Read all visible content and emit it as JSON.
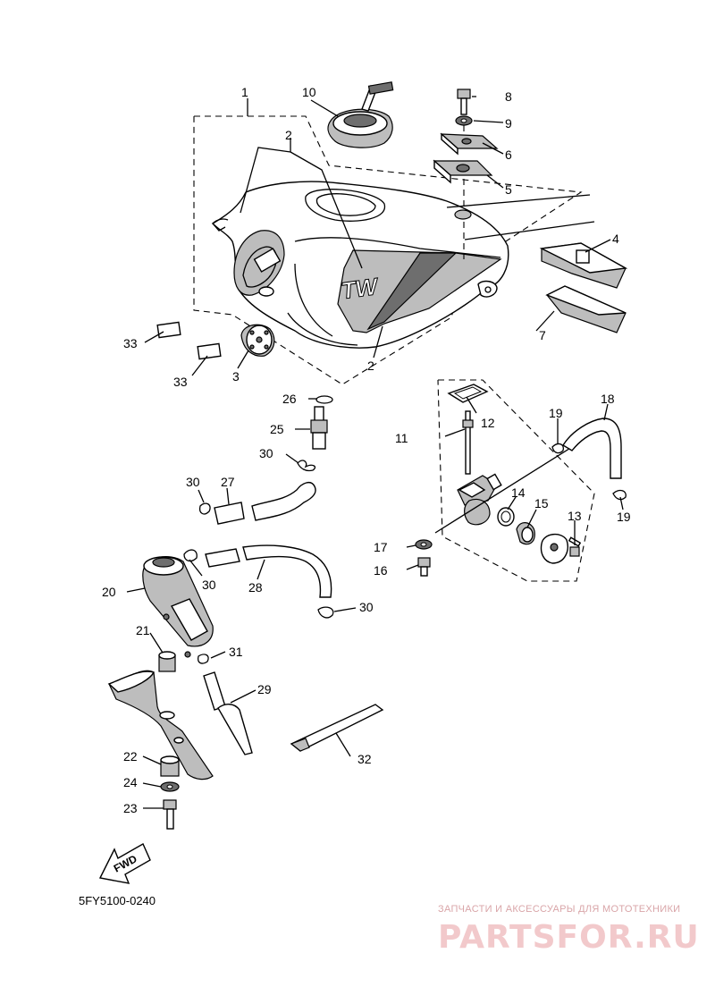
{
  "diagram_code": "5FY5100-0240",
  "fwd_label": "FWD",
  "watermark": {
    "tagline": "ЗАПЧАСТИ И АКСЕССУАРЫ ДЛЯ МОТОТЕХНИКИ",
    "brand": "PARTSFOR.RU"
  },
  "labels": [
    "1",
    "2",
    "2",
    "3",
    "4",
    "5",
    "6",
    "7",
    "8",
    "9",
    "10",
    "11",
    "12",
    "13",
    "14",
    "15",
    "16",
    "17",
    "18",
    "19",
    "19",
    "20",
    "21",
    "22",
    "23",
    "24",
    "25",
    "26",
    "27",
    "28",
    "29",
    "30",
    "30",
    "30",
    "30",
    "31",
    "32",
    "33",
    "33"
  ]
}
